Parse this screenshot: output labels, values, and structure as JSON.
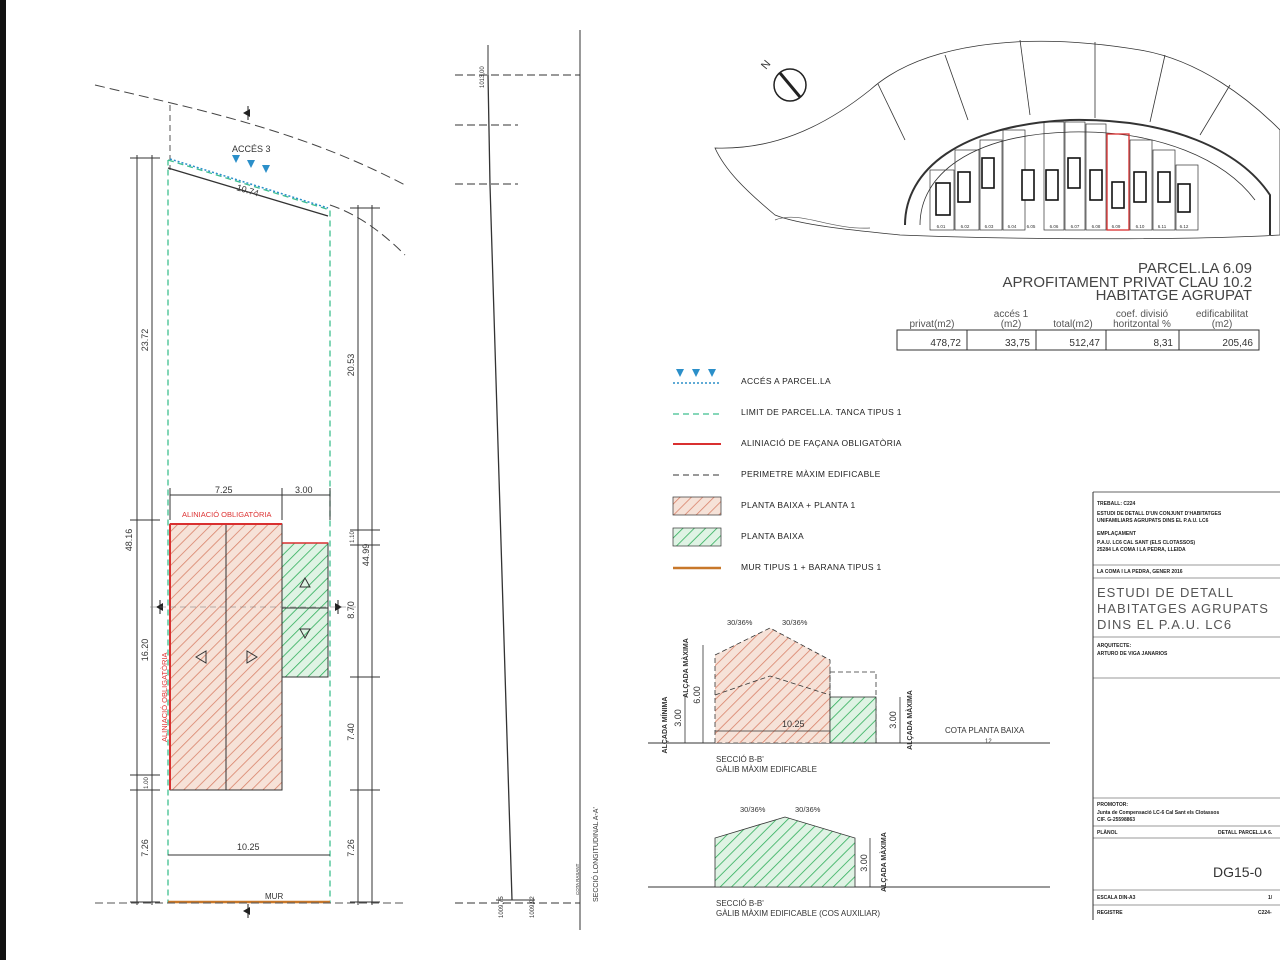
{
  "plan": {
    "access_label": "ACCÉS 3",
    "dim_front": "10.74",
    "dim_left_total": "48.16",
    "dim_left_top": "23.72",
    "dim_left_mid": "16.20",
    "dim_left_small": "1.00",
    "dim_left_bottom": "7.26",
    "dim_right_top": "20.53",
    "dim_right_mid_total": "44.99",
    "dim_right_small": "1.10",
    "dim_right_mid": "8.70",
    "dim_right_low": "7.40",
    "dim_right_bottom": "7.26",
    "dim_w1": "7.25",
    "dim_w2": "3.00",
    "dim_bottom_width": "10.25",
    "alignment_top": "ALINIACIÓ OBLIGATÒRIA",
    "alignment_side": "ALINIACIÓ OBLIGATÒRIA",
    "wall_label": "MUR"
  },
  "section_long": {
    "label": "SECCIÓ LONGITUDINAL A-A'",
    "top_level": "1013,00",
    "bottom_level_1": "1009,75",
    "bottom_level_2": "1009,92",
    "side_note": "COTA RASANT"
  },
  "parcel": {
    "title_line1": "PARCEL.LA 6.09",
    "title_line2": "APROFITAMENT PRIVAT CLAU 10.2",
    "title_line3": "HABITATGE AGRUPAT",
    "lot_labels": [
      "6.01",
      "6.02",
      "6.03",
      "6.04",
      "6.05",
      "6.06",
      "6.07",
      "6.08",
      "6.09",
      "6.10",
      "6.11",
      "6.12"
    ],
    "table_headers": [
      "privat(m2)",
      "accés 1\n(m2)",
      "total(m2)",
      "coef. divisió\nhoritzontal %",
      "edificabilitat\n(m2)"
    ],
    "table_values": [
      "478,72",
      "33,75",
      "512,47",
      "8,31",
      "205,46"
    ]
  },
  "legend": [
    {
      "label": "ACCÉS A PARCEL.LA"
    },
    {
      "label": "LIMIT DE PARCEL.LA. TANCA TIPUS 1"
    },
    {
      "label": "ALINIACIÓ DE FAÇANA OBLIGATÒRIA"
    },
    {
      "label": "PERIMETRE MÀXIM EDIFICABLE"
    },
    {
      "label": "PLANTA BAIXA + PLANTA 1"
    },
    {
      "label": "PLANTA BAIXA"
    },
    {
      "label": "MUR TIPUS 1 + BARANA TIPUS 1"
    }
  ],
  "section_bb": {
    "roof_1": "30/36%",
    "roof_2": "30/36%",
    "height_max_label": "ALÇADA MÀXIMA",
    "height_min_label": "ALÇADA MÍNIMA",
    "h_600": "6.00",
    "h_300_left": "3.00",
    "h_300_right": "3.00",
    "width": "10.25",
    "ground_label": "COTA PLANTA BAIXA",
    "ground_sub": "12",
    "title_1": "SECCIÓ B-B'",
    "title_2": "GÀLIB MÀXIM EDIFICABLE"
  },
  "section_bb2": {
    "roof_1": "30/36%",
    "roof_2": "30/36%",
    "height_label": "ALÇADA MÀXIMA",
    "h_300": "3.00",
    "title_1": "SECCIÓ B-B'",
    "title_2": "GÀLIB MÀXIM EDIFICABLE (COS AUXILIAR)"
  },
  "title_block": {
    "work_label": "TREBALL: C224",
    "work_l1": "ESTUDI DE DETALL D'UN CONJUNT D'HABITATGES",
    "work_l2": "UNIFAMILIARS AGRUPATS DINS EL P.A.U. LC6",
    "site_label": "EMPLAÇAMENT",
    "site_l1": "P.A.U. LC6 CAL SANT (ELS CLOTASSOS)",
    "site_l2": "25284 LA COMA I LA PEDRA, LLEIDA",
    "date": "LA COMA I LA PEDRA, GENER 2016",
    "study_1": "ESTUDI DE DETALL",
    "study_2": "HABITATGES AGRUPATS",
    "study_3": "DINS EL P.A.U. LC6",
    "arch_label": "ARQUITECTE:",
    "arch_name": "ARTURO DE VIGA JANARIOS",
    "promo_label": "PROMOTOR:",
    "promo_l1": "Junta de Compensació LC-6 Cal Sant els Clotassos",
    "promo_l2": "CIF. G-25598863",
    "plan_label": "PLÀNOL",
    "plan_name": "DETALL PARCEL.LA 6.",
    "code": "DG15-0",
    "scale_label": "ESCALA DIN-A3",
    "scale_val": "1/",
    "reg_label": "REGISTRE",
    "reg_val": "C224-"
  },
  "colors": {
    "access": "#2b8fc9",
    "limit": "#3fbf8f",
    "alignment": "#d93030",
    "hatch_orange": "#d9826a",
    "hatch_green": "#2fae5a",
    "wall": "#c8782a"
  }
}
